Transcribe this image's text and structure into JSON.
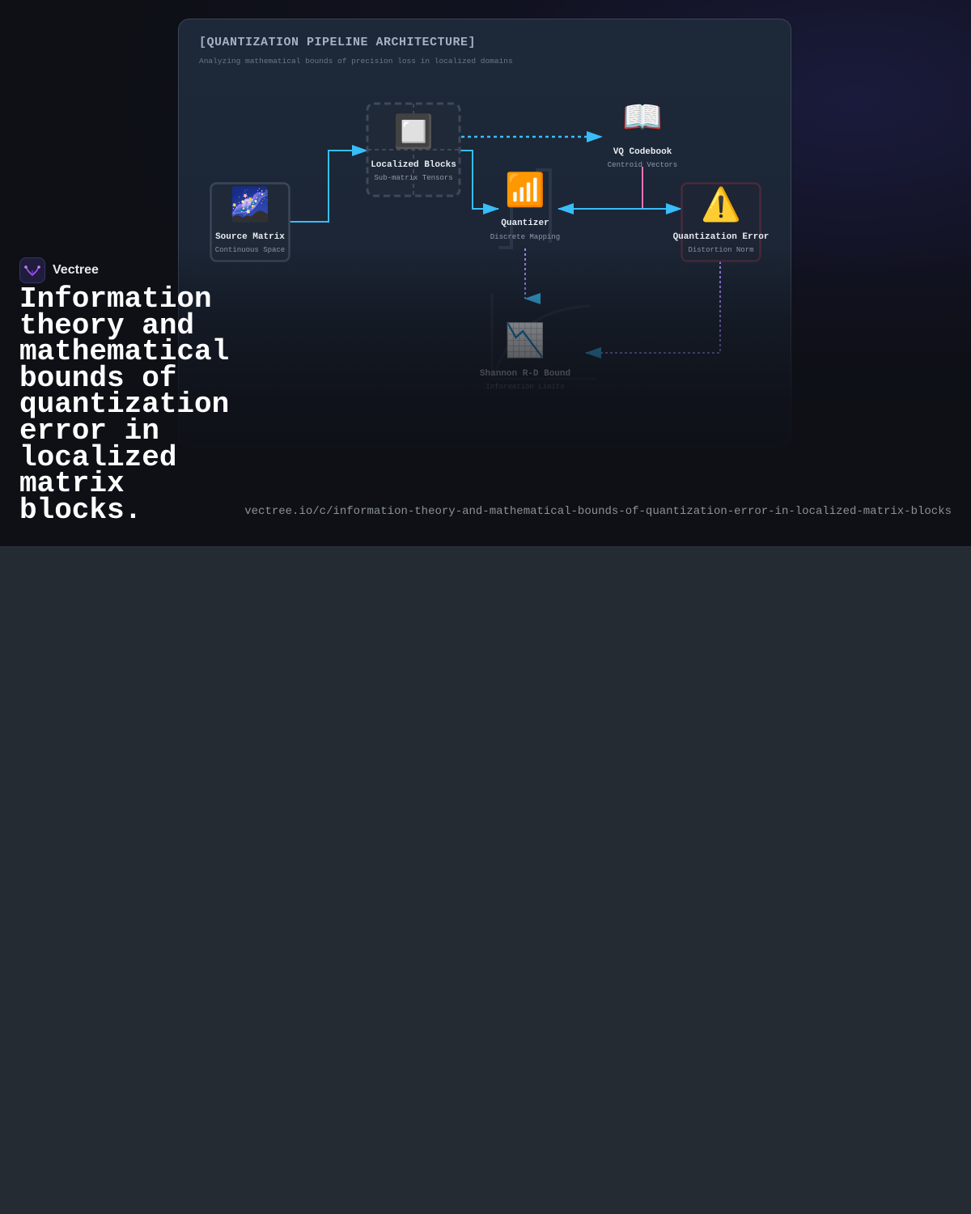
{
  "brand": {
    "name": "Vectree",
    "logo_icon": "vectree-logo-icon",
    "accent_color": "#a855f7"
  },
  "headline": "Information theory and mathematical bounds of quantization error in localized matrix blocks.",
  "url": "vectree.io/c/information-theory-and-mathematical-bounds-of-quantization-error-in-localized-matrix-blocks",
  "diagram": {
    "title": "[QUANTIZATION PIPELINE ARCHITECTURE]",
    "subtitle": "Analyzing mathematical bounds of precision loss in localized domains",
    "colors": {
      "flow": "#38bdf8",
      "codebook_link": "#f472b6",
      "error_path": "#a78bfa",
      "error_border": "#4a2a3c"
    },
    "nodes": {
      "source": {
        "label": "Source Matrix",
        "sublabel": "Continuous Space",
        "icon": "🌌",
        "icon_name": "galaxy-icon"
      },
      "blocks": {
        "label": "Localized Blocks",
        "sublabel": "Sub-matrix Tensors",
        "icon": "🔲",
        "icon_name": "square-grid-icon"
      },
      "codebook": {
        "label": "VQ Codebook",
        "sublabel": "Centroid Vectors",
        "icon": "📖",
        "icon_name": "book-icon"
      },
      "quantizer": {
        "label": "Quantizer",
        "sublabel": "Discrete Mapping",
        "icon": "📶",
        "icon_name": "signal-bars-icon"
      },
      "error": {
        "label": "Quantization Error",
        "sublabel": "Distortion Norm",
        "icon": "⚠️",
        "icon_name": "warning-icon"
      },
      "shannon": {
        "label": "Shannon R-D Bound",
        "sublabel": "Information Limits",
        "icon": "📉",
        "icon_name": "chart-decreasing-icon"
      }
    }
  }
}
